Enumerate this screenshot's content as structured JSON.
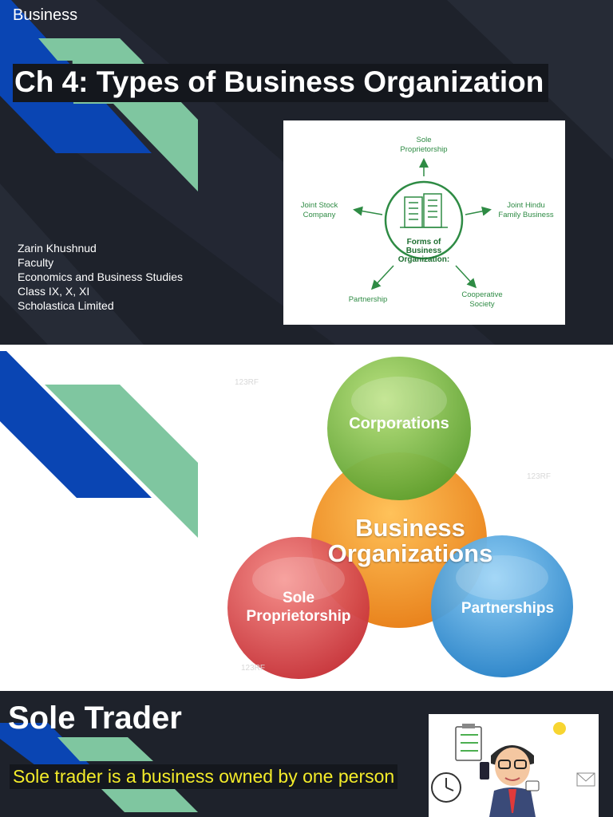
{
  "slide1": {
    "header": "Business",
    "title": "Ch 4: Types of Business Organization",
    "author_lines": [
      "Zarin Khushnud",
      "Faculty",
      "Economics and Business Studies",
      "Class IX, X, XI",
      "Scholastica Limited"
    ],
    "diagram": {
      "center": "Forms of\nBusiness\nOrganization:",
      "top": "Sole\nProprietorship",
      "left": "Joint Stock\nCompany",
      "right": "Joint Hindu\nFamily Business",
      "bottom_left": "Partnership",
      "bottom_right": "Cooperative\nSociety"
    }
  },
  "slide2": {
    "venn": {
      "top": "Corporations",
      "center_line1": "Business",
      "center_line2": "Organizations",
      "left_line1": "Sole",
      "left_line2": "Proprietorship",
      "right": "Partnerships"
    },
    "watermark": "123RF"
  },
  "slide3": {
    "title": "Sole Trader",
    "text": "Sole trader is a business owned by one person"
  },
  "colors": {
    "dark_bg": "#1e222b",
    "blue": "#0a45b3",
    "mint": "#7fc6a0",
    "diagram_green": "#2e8b44",
    "highlight_yellow": "#f4ec2a",
    "venn_green": "#7bc04a",
    "venn_orange": "#f39a2a",
    "venn_red": "#e0454a",
    "venn_blue": "#3a9de0"
  }
}
